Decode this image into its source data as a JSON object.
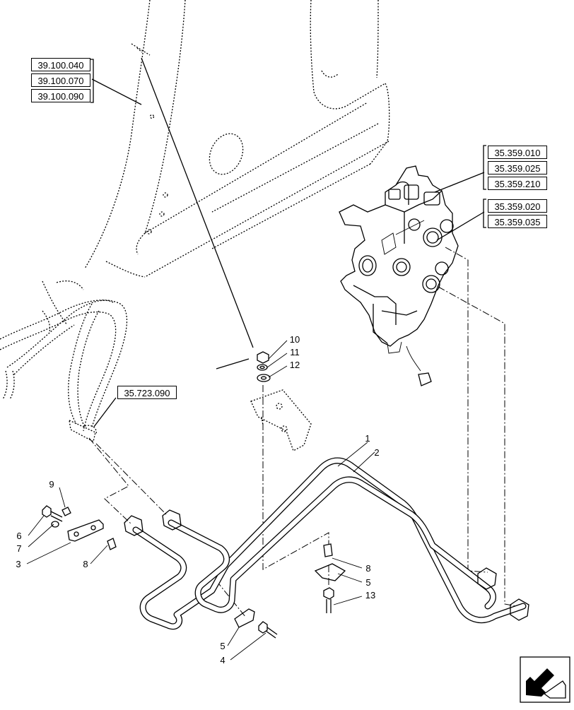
{
  "diagram": {
    "ref_groups": [
      {
        "id": "frame",
        "codes": [
          "39.100.040",
          "39.100.070",
          "39.100.090"
        ]
      },
      {
        "id": "valve-a",
        "codes": [
          "35.359.010",
          "35.359.025",
          "35.359.210"
        ]
      },
      {
        "id": "valve-b",
        "codes": [
          "35.359.020",
          "35.359.035"
        ]
      },
      {
        "id": "hose",
        "codes": [
          "35.723.090"
        ]
      }
    ],
    "callouts": {
      "c1": "1",
      "c2": "2",
      "c3": "3",
      "c4": "4",
      "c5a": "5",
      "c5b": "5",
      "c6": "6",
      "c7": "7",
      "c8a": "8",
      "c8b": "8",
      "c9": "9",
      "c10": "10",
      "c11": "11",
      "c12": "12",
      "c13": "13"
    },
    "nav_icon": "arrow-corner-icon"
  }
}
